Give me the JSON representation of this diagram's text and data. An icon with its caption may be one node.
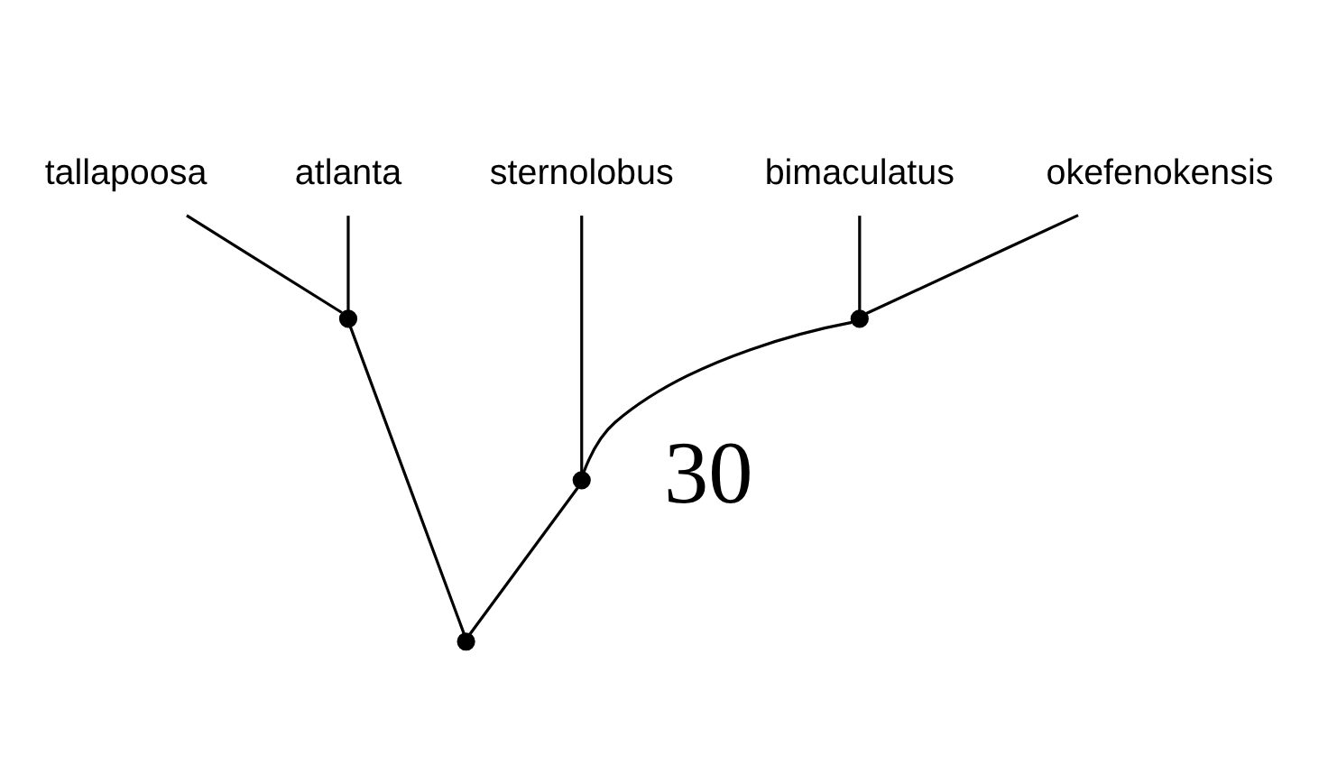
{
  "diagram": {
    "nodes": [
      {
        "text": [
          "bimaculatus"
        ]
      },
      {
        "text": [
          "okefenokensis"
        ]
      },
      {
        "text": [
          "sternolobus"
        ]
      },
      {
        "text": [
          "tallapoosa"
        ]
      },
      {
        "text": [
          "atlanta"
        ]
      },
      {
        "text": [],
        "shape": "circle"
      },
      {
        "text": [],
        "shape": "circle"
      },
      {
        "text": [],
        "shape": "circle"
      },
      {
        "text": [],
        "shape": "circle"
      }
    ],
    "edges": [
      {
        "from": 5,
        "to": 0,
        "arrow": "none"
      },
      {
        "from": 5,
        "to": 1,
        "arrow": "none"
      },
      {
        "from": 7,
        "to": 5,
        "arrow": "none"
      },
      {
        "from": 7,
        "to": 2,
        "arrow": "none"
      },
      {
        "from": 6,
        "to": 3,
        "arrow": "none"
      },
      {
        "from": 6,
        "to": 4,
        "arrow": "none"
      },
      {
        "from": 8,
        "to": 7,
        "arrow": "none"
      },
      {
        "from": 8,
        "to": 6,
        "arrow": "none"
      }
    ],
    "labels": [
      "30"
    ]
  }
}
